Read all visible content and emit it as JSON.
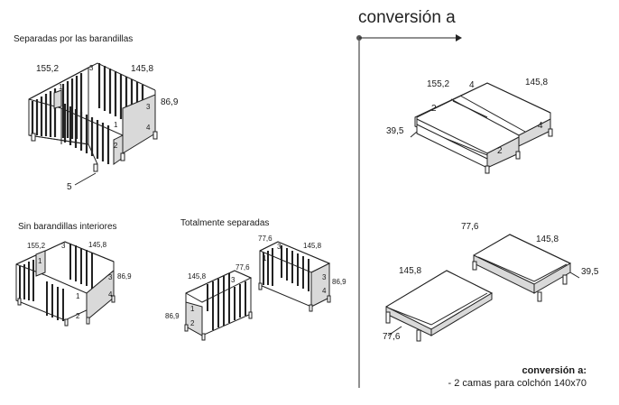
{
  "heading": "conversión a",
  "sections": {
    "separadas": "Separadas por las barandillas",
    "sin_interiores": "Sin barandillas interiores",
    "totalmente": "Totalmente separadas"
  },
  "dims": {
    "d155_2": "155,2",
    "d145_8": "145,8",
    "d86_9": "86,9",
    "d5": "5",
    "d77_6": "77,6",
    "d39_5": "39,5"
  },
  "parts": {
    "p1": "1",
    "p2": "2",
    "p3": "3",
    "p4": "4"
  },
  "footer": {
    "title": "conversión a:",
    "line": "- 2 camas para colchón 140x70"
  },
  "colors": {
    "stroke": "#222222",
    "panel": "#d9d9d9",
    "bars": "#2a2a2a"
  }
}
